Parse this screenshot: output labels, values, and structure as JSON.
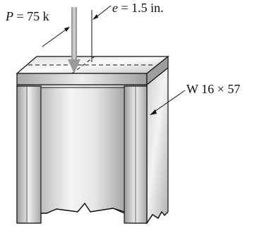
{
  "load": {
    "symbol": "P",
    "eq": " = ",
    "value": "75 k"
  },
  "eccentricity": {
    "symbol": "e",
    "eq": " = ",
    "value": "1.5 in."
  },
  "section": {
    "label": "W 16 × 57"
  },
  "colors": {
    "steel_light": "#f4f4f4",
    "steel_mid": "#c9c9c9",
    "steel_dark": "#8e8e8e",
    "outline": "#111111",
    "arrow": "#9a9a9a"
  }
}
